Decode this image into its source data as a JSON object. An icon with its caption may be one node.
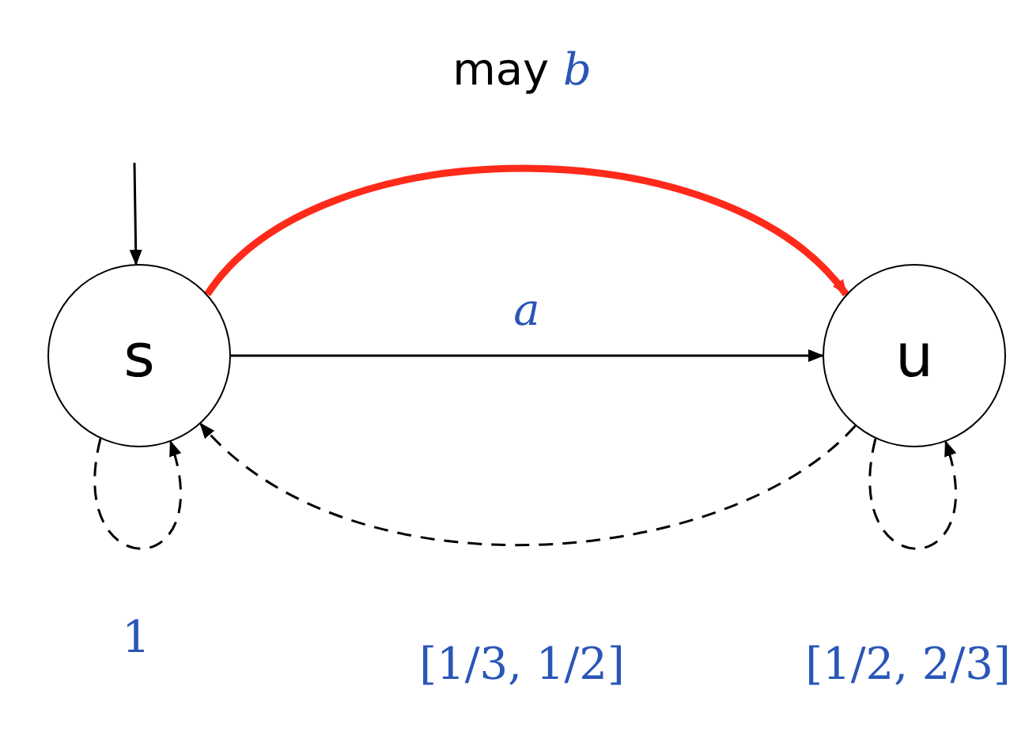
{
  "diagram": {
    "nodes": [
      {
        "text": [
          "s"
        ]
      },
      {
        "text": [
          "u"
        ]
      }
    ],
    "edges": [
      {
        "from": null,
        "to": 0,
        "arrow": "to"
      },
      {
        "from": 0,
        "to": 1,
        "arrow": "to",
        "label": "may *b*",
        "style": "thick",
        "color": "#ff2a1a"
      },
      {
        "from": 0,
        "to": 1,
        "arrow": "to",
        "label": "a"
      },
      {
        "from": 1,
        "to": 0,
        "arrow": "to",
        "label": "[1/3, 1/2]",
        "style": "dashed"
      },
      {
        "from": 0,
        "to": 0,
        "arrow": "to",
        "label": "1",
        "style": "dashed"
      },
      {
        "from": 1,
        "to": 1,
        "arrow": "to",
        "label": "[1/2, 2/3]",
        "style": "dashed"
      }
    ]
  }
}
